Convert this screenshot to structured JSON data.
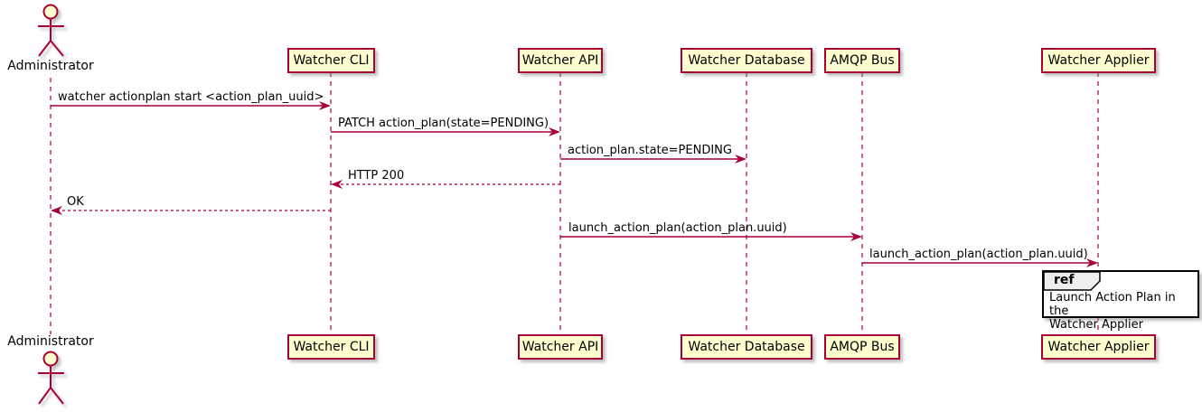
{
  "diagram": {
    "type": "sequence-diagram",
    "colors": {
      "participant_fill": "#FEFECE",
      "participant_border": "#A80036",
      "arrow": "#A80036",
      "lifeline": "#A80036",
      "text": "#000000",
      "ref_tab_fill": "#EEEEEE",
      "ref_border": "#000000"
    },
    "actor": {
      "name": "Administrator"
    },
    "participants": [
      {
        "name": "Watcher CLI"
      },
      {
        "name": "Watcher API"
      },
      {
        "name": "Watcher Database"
      },
      {
        "name": "AMQP Bus"
      },
      {
        "name": "Watcher Applier"
      }
    ],
    "messages": [
      {
        "label": "watcher actionplan start <action_plan_uuid>",
        "from": "Administrator",
        "to": "Watcher CLI",
        "line": "solid"
      },
      {
        "label": "PATCH action_plan(state=PENDING)",
        "from": "Watcher CLI",
        "to": "Watcher API",
        "line": "solid"
      },
      {
        "label": "action_plan.state=PENDING",
        "from": "Watcher API",
        "to": "Watcher Database",
        "line": "solid"
      },
      {
        "label": "HTTP 200",
        "from": "Watcher API",
        "to": "Watcher CLI",
        "line": "dashed"
      },
      {
        "label": "OK",
        "from": "Watcher CLI",
        "to": "Administrator",
        "line": "dashed"
      },
      {
        "label": "launch_action_plan(action_plan.uuid)",
        "from": "Watcher API",
        "to": "AMQP Bus",
        "line": "solid"
      },
      {
        "label": "launch_action_plan(action_plan.uuid)",
        "from": "AMQP Bus",
        "to": "Watcher Applier",
        "line": "solid"
      }
    ],
    "ref": {
      "keyword": "ref",
      "lines": [
        "Launch Action Plan in the",
        "Watcher Applier"
      ]
    }
  }
}
